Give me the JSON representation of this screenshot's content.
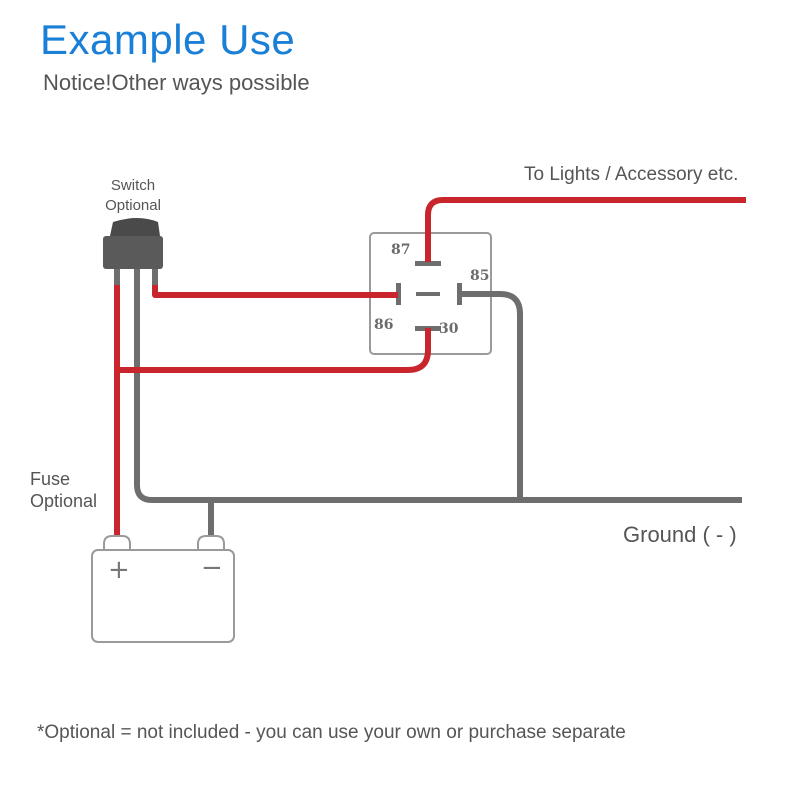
{
  "header": {
    "title": "Example Use",
    "subtitle": "Notice!Other ways possible"
  },
  "labels": {
    "switch_line1": "Switch",
    "switch_line2": "Optional",
    "fuse_line1": "Fuse",
    "fuse_line2": "Optional",
    "lights": "To Lights / Accessory etc.",
    "ground": "Ground ( - )"
  },
  "relay": {
    "pins": [
      "87",
      "85",
      "86",
      "30"
    ]
  },
  "battery": {
    "positive_symbol": "+",
    "negative_symbol": "−"
  },
  "footnote": "*Optional = not included - you can use your own or purchase separate",
  "colors": {
    "title": "#1a7fd6",
    "positive_wire": "#c8262c",
    "ground_wire": "#6e6e6e",
    "outline": "#9a9a9a"
  }
}
